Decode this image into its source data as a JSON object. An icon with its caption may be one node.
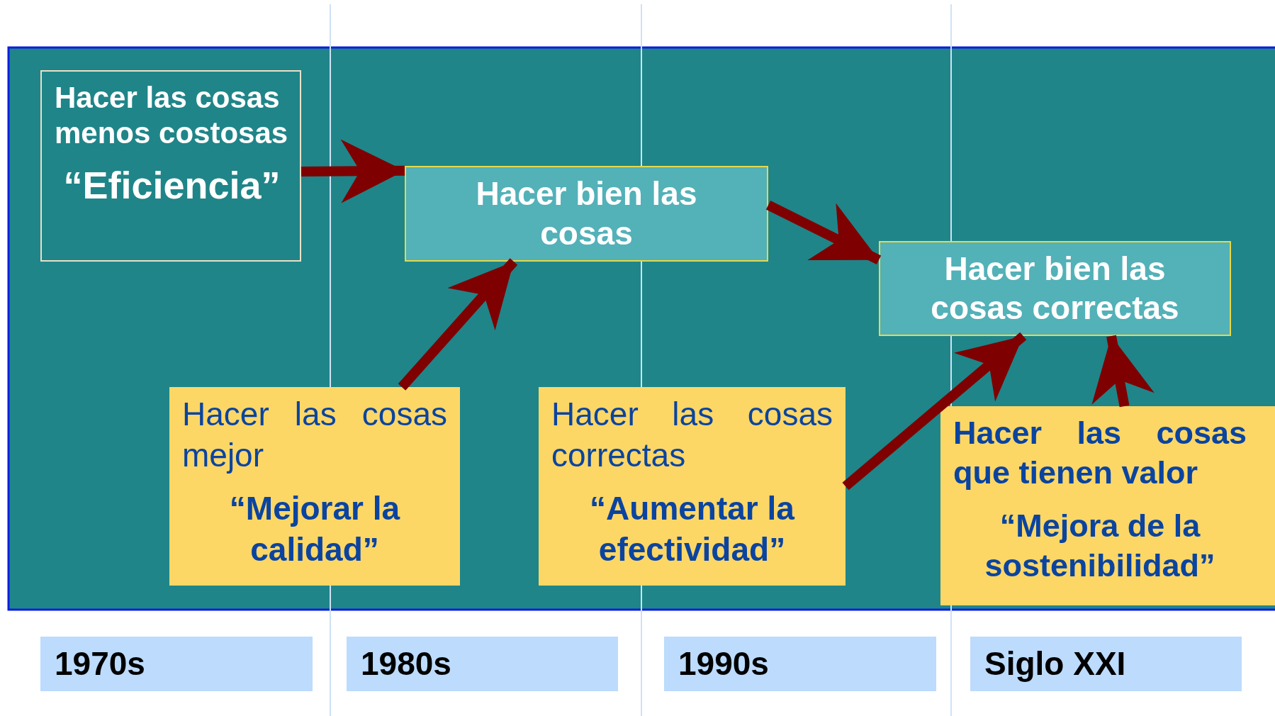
{
  "diagram": {
    "nodes": [
      {
        "text": [
          "Hacer las cosas menos costosas",
          "“Eficiencia”"
        ]
      },
      {
        "text": [
          "Hacer bien las cosas"
        ]
      },
      {
        "text": [
          "Hacer bien las cosas correctas"
        ]
      },
      {
        "text": [
          "Hacer las cosas mejor",
          "“Mejorar la calidad”"
        ]
      },
      {
        "text": [
          "Hacer las cosas correctas",
          "“Aumentar la efectividad”"
        ]
      },
      {
        "text": [
          "Hacer las cosas que tienen valor",
          "“Mejora de la sostenibilidad”"
        ]
      },
      {
        "text": [
          "1970s"
        ]
      },
      {
        "text": [
          "1980s"
        ]
      },
      {
        "text": [
          "1990s"
        ]
      },
      {
        "text": [
          "Siglo XXI"
        ]
      }
    ],
    "edges": [
      {
        "from": 0,
        "to": 1,
        "arrow": "to"
      },
      {
        "from": 1,
        "to": 2,
        "arrow": "to"
      },
      {
        "from": 3,
        "to": 1,
        "arrow": "to"
      },
      {
        "from": 4,
        "to": 2,
        "arrow": "to"
      },
      {
        "from": 5,
        "to": 2,
        "arrow": "to"
      }
    ]
  }
}
